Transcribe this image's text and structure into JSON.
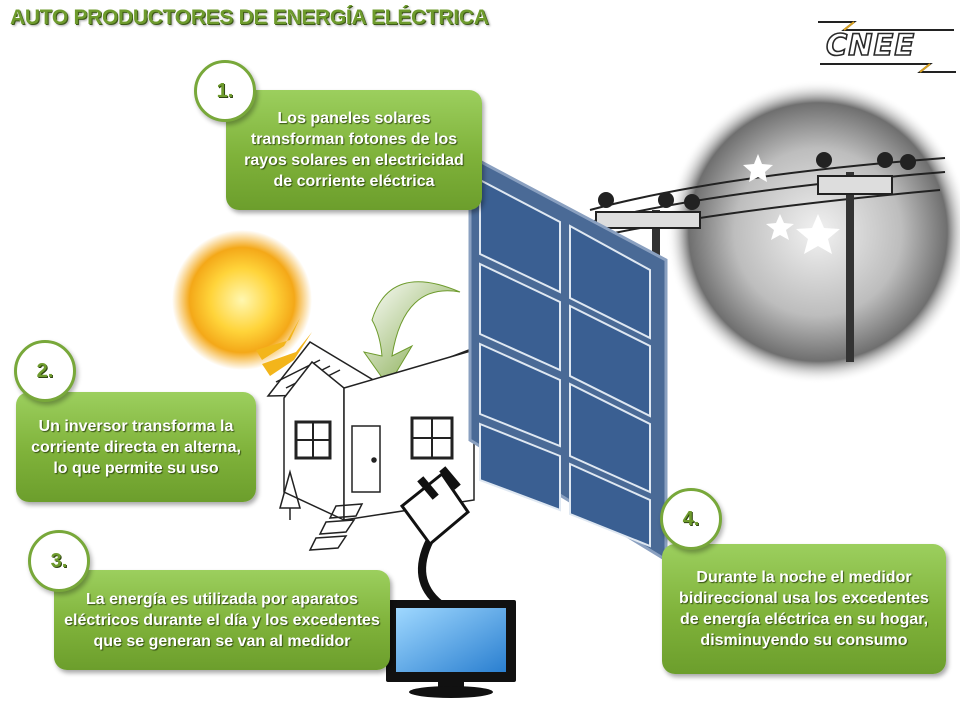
{
  "title": "AUTO PRODUCTORES DE ENERGÍA ELÉCTRICA",
  "logo": {
    "text": "CNEE"
  },
  "steps": [
    {
      "number": "1.",
      "text": "Los paneles solares transforman fotones de los rayos solares en electricidad de corriente eléctrica"
    },
    {
      "number": "2.",
      "text": "Un inversor transforma la corriente directa en alterna, lo que permite su uso"
    },
    {
      "number": "3.",
      "text": "La energía es utilizada por aparatos eléctricos durante el día y los excedentes que se generan se van al medidor"
    },
    {
      "number": "4.",
      "text": "Durante la noche el medidor bidireccional usa los excedentes de energía eléctrica en su hogar, disminuyendo su consumo"
    }
  ],
  "colors": {
    "accent": "#7fb23a",
    "title": "#6e9b2d",
    "panel": "#3a5f92"
  }
}
